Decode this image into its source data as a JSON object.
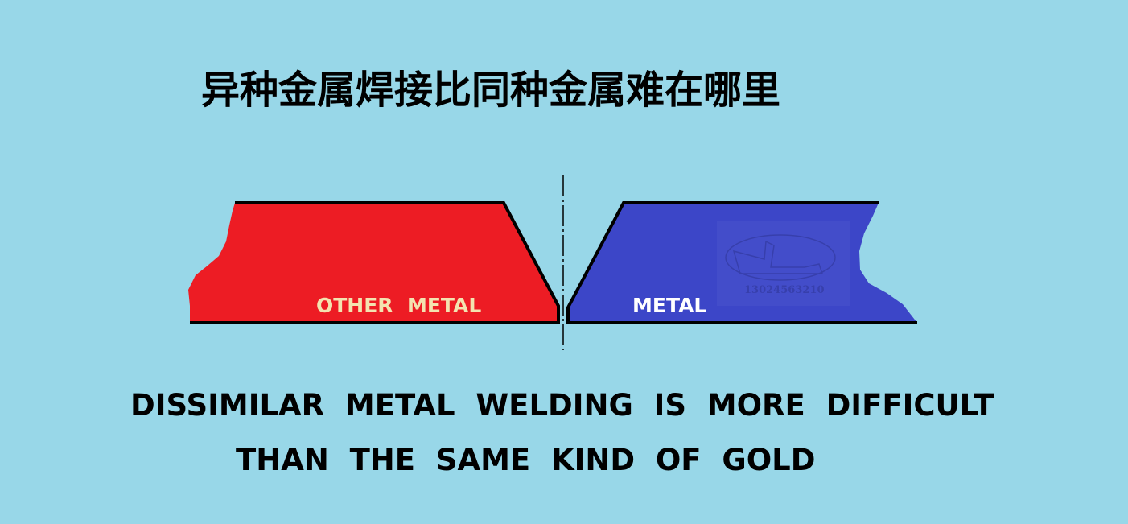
{
  "title": "异种金属焊接比同种金属难在哪里",
  "diagram": {
    "left_part": {
      "label": "OTHER  METAL",
      "fill": "#ed1c24",
      "label_color": "#f3e3b0"
    },
    "right_part": {
      "label": "METAL",
      "fill": "#3c46c8",
      "label_color": "#ffffff"
    },
    "watermark": {
      "text": "13024563210"
    }
  },
  "caption": {
    "line1": "DISSIMILAR  METAL  WELDING  IS  MORE  DIFFICULT",
    "line2": "THAN  THE  SAME  KIND  OF  GOLD"
  },
  "colors": {
    "background": "#98d7e8",
    "outline": "#000000"
  }
}
